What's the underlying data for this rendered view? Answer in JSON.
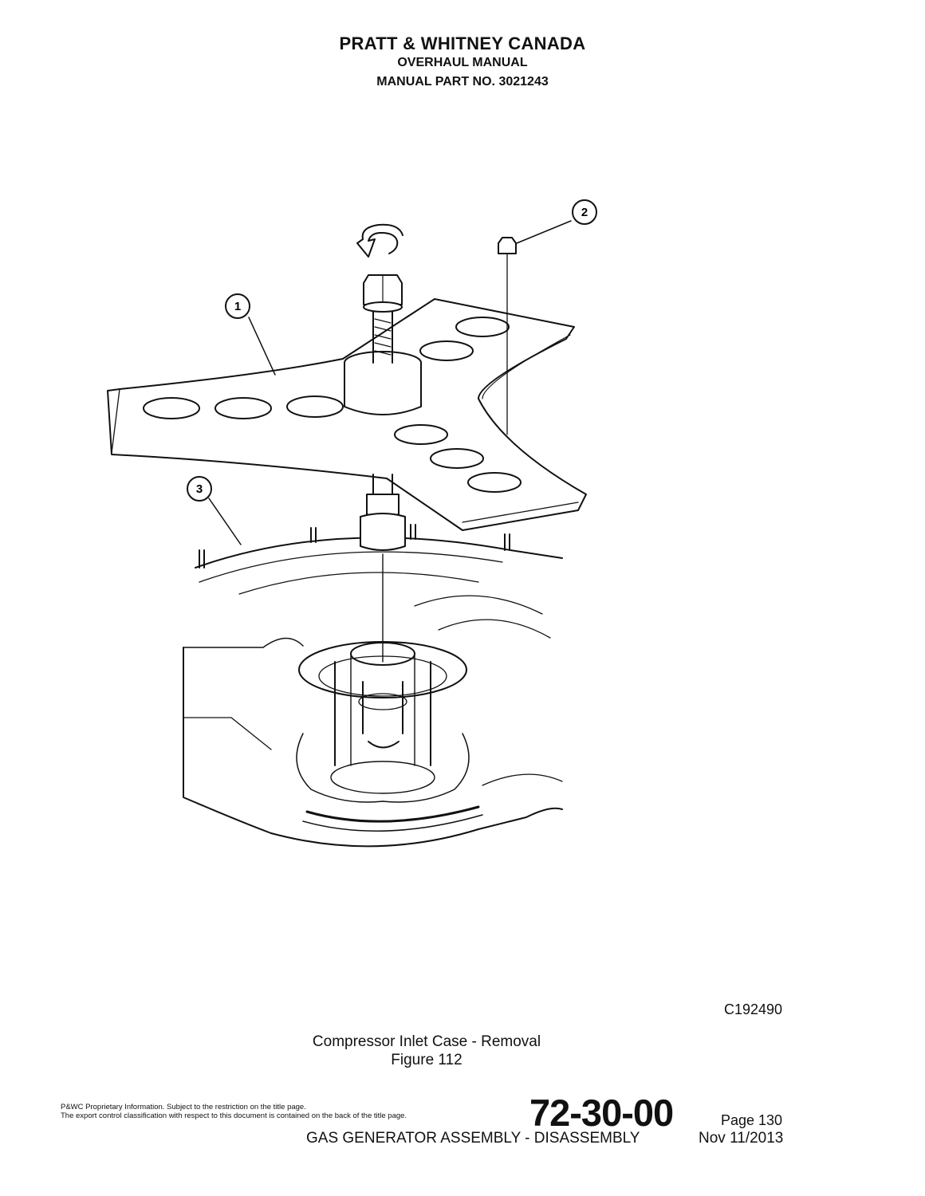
{
  "header": {
    "company": "PRATT & WHITNEY CANADA",
    "manual": "OVERHAUL MANUAL",
    "part_no": "MANUAL PART NO. 3021243"
  },
  "figure": {
    "callouts": [
      "1",
      "2",
      "3"
    ],
    "id": "C192490",
    "title": "Compressor Inlet Case - Removal",
    "number": "Figure 112"
  },
  "footer": {
    "notice_line1": "P&WC Proprietary Information. Subject to the restriction on the title page.",
    "notice_line2": "The export control classification with respect to this document is contained on the back of the title page.",
    "chapter": "72-30-00",
    "page": "Page 130",
    "section": "GAS GENERATOR ASSEMBLY - DISASSEMBLY",
    "date": "Nov 11/2013"
  }
}
